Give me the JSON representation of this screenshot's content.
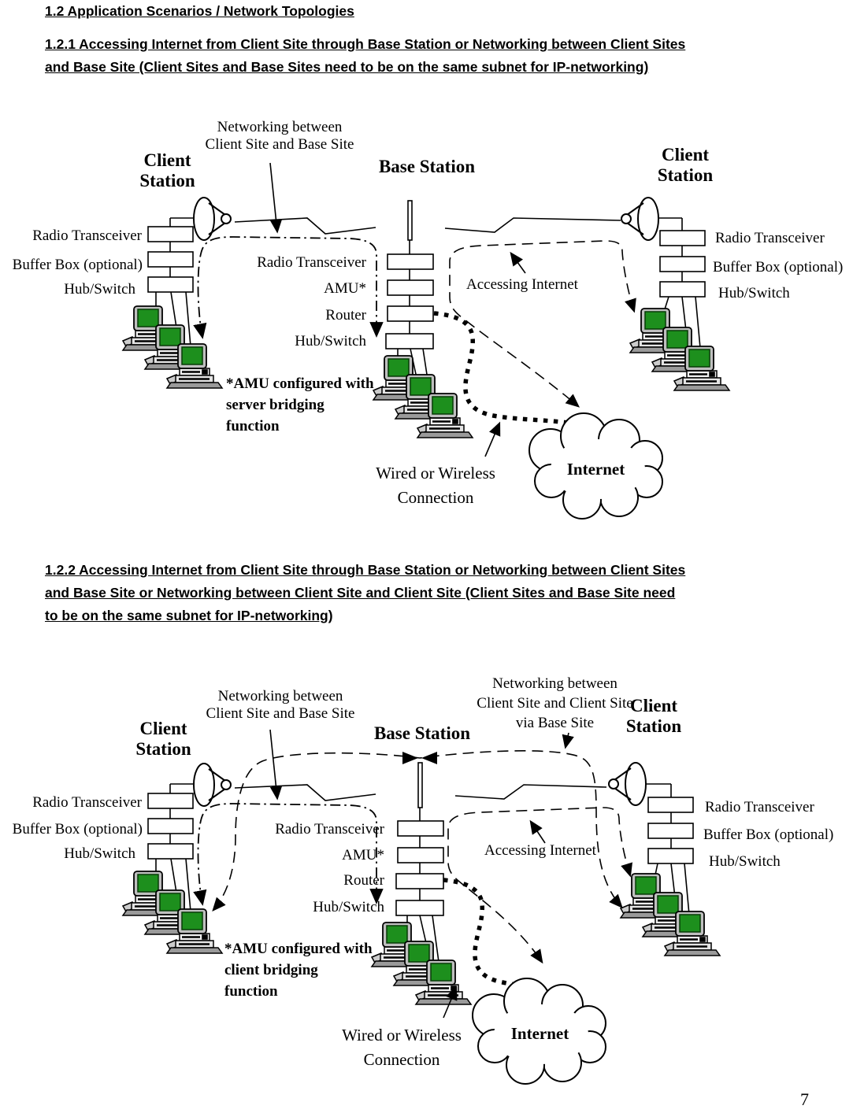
{
  "page": {
    "title": "1.2  Application Scenarios / Network Topologies",
    "page_number": "7"
  },
  "sections": [
    {
      "heading": "1.2.1  Accessing Internet from Client Site through Base Station or Networking between Client Sites\nand Base Site (Client Sites and Base Sites need to be on the same subnet for IP-networking)"
    },
    {
      "heading": "1.2.2  Accessing Internet from Client Site through Base Station or Networking between Client Sites\nand Base Site or Networking between Client Site and Client Site (Client Sites and Base Site need\nto be on the same subnet for IP-networking)"
    }
  ],
  "diagram1": {
    "annotation_networking_client_base": "Networking between\nClient Site and Base Site",
    "left_station_title": "Client\nStation",
    "base_station_title": "Base Station",
    "right_station_title": "Client\nStation",
    "left_station": {
      "radio": "Radio Transceiver",
      "buffer": "Buffer Box (optional)",
      "hub": "Hub/Switch"
    },
    "base_station": {
      "radio": "Radio Transceiver",
      "amu": "AMU*",
      "router": "Router",
      "hub": "Hub/Switch"
    },
    "right_station": {
      "radio": "Radio Transceiver",
      "buffer": "Buffer Box (optional)",
      "hub": "Hub/Switch"
    },
    "annotation_accessing_internet": "Accessing Internet",
    "amu_note": "*AMU configured with\nserver bridging\nfunction",
    "annotation_wired": "Wired or Wireless\nConnection",
    "internet_label": "Internet"
  },
  "diagram2": {
    "annotation_networking_client_base": "Networking between\nClient Site and Base Site",
    "annotation_networking_client_client": "Networking between\nClient Site and Client Site\nvia Base Site",
    "left_station_title": "Client\nStation",
    "base_station_title": "Base Station",
    "right_station_title": "Client\nStation",
    "left_station": {
      "radio": "Radio Transceiver",
      "buffer": "Buffer Box (optional)",
      "hub": "Hub/Switch"
    },
    "base_station": {
      "radio": "Radio Transceiver",
      "amu": "AMU*",
      "router": "Router",
      "hub": "Hub/Switch"
    },
    "right_station": {
      "radio": "Radio Transceiver",
      "buffer": "Buffer Box (optional)",
      "hub": "Hub/Switch"
    },
    "annotation_accessing_internet": "Accessing Internet",
    "amu_note": "*AMU configured with\nclient bridging\nfunction",
    "annotation_wired": "Wired or Wireless\nConnection",
    "internet_label": "Internet"
  },
  "colors": {
    "screen_green": "#1d8f1d",
    "ink": "#000000"
  }
}
